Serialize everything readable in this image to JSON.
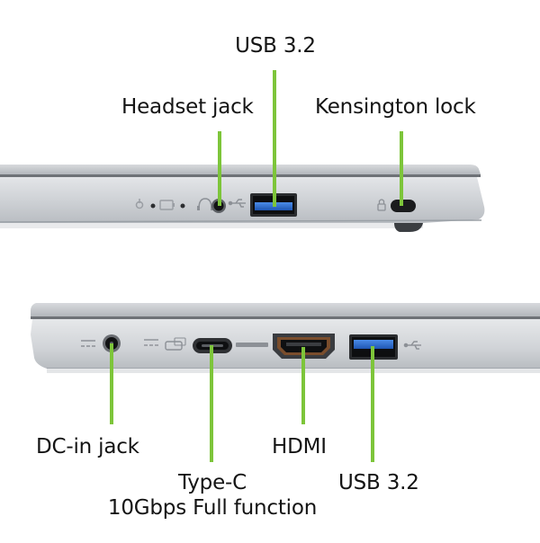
{
  "colors": {
    "leader": "#7dc53a",
    "chassis": "#c4c7cb",
    "chassis_dark": "#9ea2a7",
    "usb_port_blue": "#2d6fd3",
    "text": "#141414"
  },
  "labels": {
    "top_usb": "USB 3.2",
    "headset_jack": "Headset jack",
    "kensington_lock": "Kensington lock",
    "dc_in_jack": "DC-in jack",
    "type_c_line1": "Type-C",
    "type_c_line2": "10Gbps Full function",
    "hdmi": "HDMI",
    "bottom_usb": "USB 3.2"
  },
  "icons": {
    "top_side": [
      "power-indicator-icon",
      "battery-indicator-icon",
      "headset-icon",
      "usb-symbol-icon",
      "kensington-lock-icon"
    ],
    "bottom_side": [
      "dc-power-icon",
      "usb-c-icon",
      "hdmi-logo-icon",
      "usb-symbol-icon"
    ]
  }
}
